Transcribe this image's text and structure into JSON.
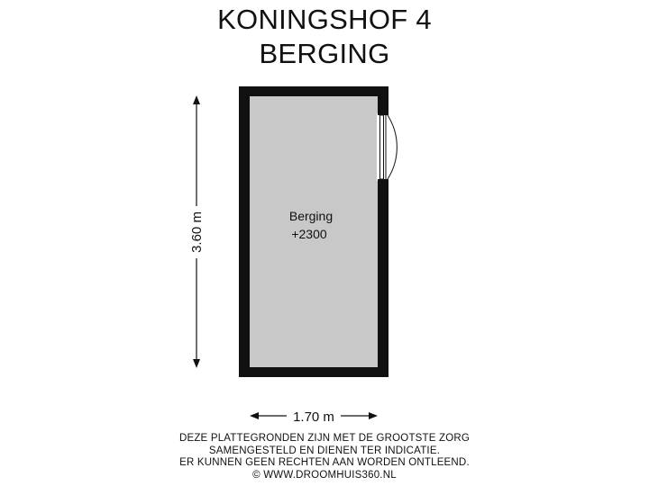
{
  "header": {
    "address": "KONINGSHOF 4",
    "floor_name": "BERGING"
  },
  "room": {
    "name": "Berging",
    "level": "+2300"
  },
  "dimensions": {
    "height": "3.60 m",
    "width": "1.70 m"
  },
  "disclaimer": {
    "line1": "DEZE PLATTEGRONDEN ZIJN MET DE GROOTSTE ZORG",
    "line2": "SAMENGESTELD EN DIENEN TER INDICATIE.",
    "line3": "ER KUNNEN GEEN RECHTEN AAN WORDEN ONTLEEND.",
    "line4": "© WWW.DROOMHUIS360.NL"
  },
  "colors": {
    "wall": "#111111",
    "floor": "#c8c8c8",
    "text": "#111111"
  }
}
